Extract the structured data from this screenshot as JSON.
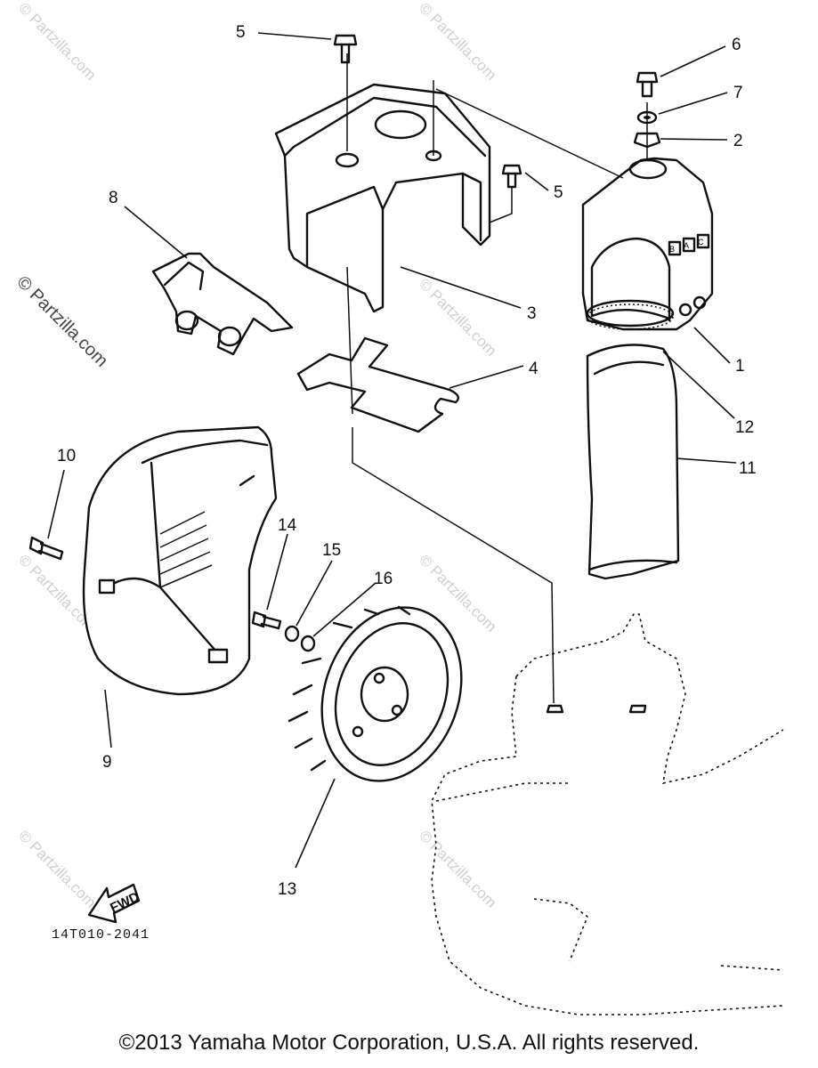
{
  "diagram": {
    "callouts": [
      "1",
      "2",
      "3",
      "4",
      "5",
      "5",
      "6",
      "7",
      "8",
      "9",
      "10",
      "11",
      "12",
      "13",
      "14",
      "15",
      "16"
    ],
    "part_code": "14T010-2041",
    "fwd_label": "FWD",
    "copyright": "©2013 Yamaha Motor Corporation, U.S.A. All rights reserved.",
    "watermark": "© Partzilla.com",
    "duct_letters": [
      "B",
      "A",
      "C"
    ]
  }
}
